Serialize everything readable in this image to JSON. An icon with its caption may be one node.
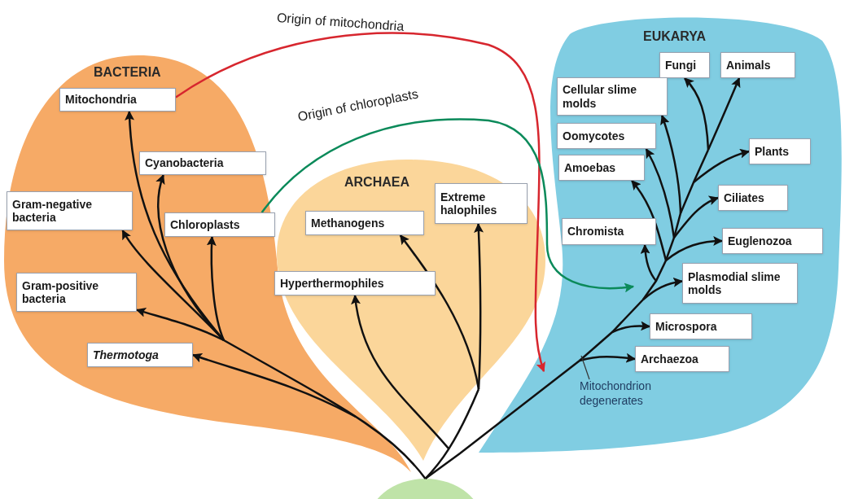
{
  "diagram": {
    "nodes": [
      {
        "text": [
          "BACTERIA"
        ]
      },
      {
        "text": [
          "Mitochondria"
        ],
        "in": 0
      },
      {
        "text": [
          "Cyanobacteria"
        ],
        "in": 0
      },
      {
        "text": [
          "Gram-negative bacteria"
        ],
        "in": 0
      },
      {
        "text": [
          "Chloroplasts"
        ],
        "in": 0
      },
      {
        "text": [
          "Gram-positive bacteria"
        ],
        "in": 0
      },
      {
        "text": [
          "Thermotoga"
        ],
        "in": 0
      },
      {
        "text": [
          "ARCHAEA"
        ]
      },
      {
        "text": [
          "Methanogens"
        ],
        "in": 7
      },
      {
        "text": [
          "Extreme halophiles"
        ],
        "in": 7
      },
      {
        "text": [
          "Hyperthermophiles"
        ],
        "in": 7
      },
      {
        "text": [
          "EUKARYA"
        ]
      },
      {
        "text": [
          "Fungi"
        ],
        "in": 11
      },
      {
        "text": [
          "Animals"
        ],
        "in": 11
      },
      {
        "text": [
          "Cellular slime molds"
        ],
        "in": 11
      },
      {
        "text": [
          "Oomycotes"
        ],
        "in": 11
      },
      {
        "text": [
          "Amoebas"
        ],
        "in": 11
      },
      {
        "text": [
          "Plants"
        ],
        "in": 11
      },
      {
        "text": [
          "Ciliates"
        ],
        "in": 11
      },
      {
        "text": [
          "Chromista"
        ],
        "in": 11
      },
      {
        "text": [
          "Euglenozoa"
        ],
        "in": 11
      },
      {
        "text": [
          "Plasmodial slime molds"
        ],
        "in": 11
      },
      {
        "text": [
          "Microspora"
        ],
        "in": 11
      },
      {
        "text": [
          "Archaezoa"
        ],
        "in": 11
      },
      {
        "text": [
          "Mitochondrion degenerates"
        ],
        "in": 11
      },
      {
        "text": [],
        "shape": "circle"
      }
    ],
    "edges": [
      {
        "from": 25,
        "to": 6,
        "arrow": "to"
      },
      {
        "from": 25,
        "to": 5,
        "arrow": "to"
      },
      {
        "from": 25,
        "to": 3,
        "arrow": "to"
      },
      {
        "from": 25,
        "to": 1,
        "arrow": "to"
      },
      {
        "from": 25,
        "to": 2,
        "arrow": "to"
      },
      {
        "from": 25,
        "to": 4,
        "arrow": "to"
      },
      {
        "from": 25,
        "to": 10,
        "arrow": "to"
      },
      {
        "from": 25,
        "to": 8,
        "arrow": "to"
      },
      {
        "from": 25,
        "to": 9,
        "arrow": "to"
      },
      {
        "from": 25,
        "to": 23,
        "arrow": "to"
      },
      {
        "from": 25,
        "to": 22,
        "arrow": "to"
      },
      {
        "from": 25,
        "to": 21,
        "arrow": "to"
      },
      {
        "from": 25,
        "to": 20,
        "arrow": "to"
      },
      {
        "from": 25,
        "to": 19,
        "arrow": "to"
      },
      {
        "from": 25,
        "to": 16,
        "arrow": "to"
      },
      {
        "from": 25,
        "to": 18,
        "arrow": "to"
      },
      {
        "from": 25,
        "to": 15,
        "arrow": "to"
      },
      {
        "from": 25,
        "to": 14,
        "arrow": "to"
      },
      {
        "from": 25,
        "to": 17,
        "arrow": "to"
      },
      {
        "from": 25,
        "to": 12,
        "arrow": "to"
      },
      {
        "from": 25,
        "to": 13,
        "arrow": "to"
      },
      {
        "from": 1,
        "to": 11,
        "arrow": "to",
        "label": "Origin of mitochondria",
        "color": "#d7262e"
      },
      {
        "from": 4,
        "to": null,
        "arrow": "to",
        "label": "Origin of chloroplasts",
        "color": "#0b8a5a"
      },
      {
        "from": 24,
        "to": null,
        "arrow": "none"
      }
    ]
  }
}
